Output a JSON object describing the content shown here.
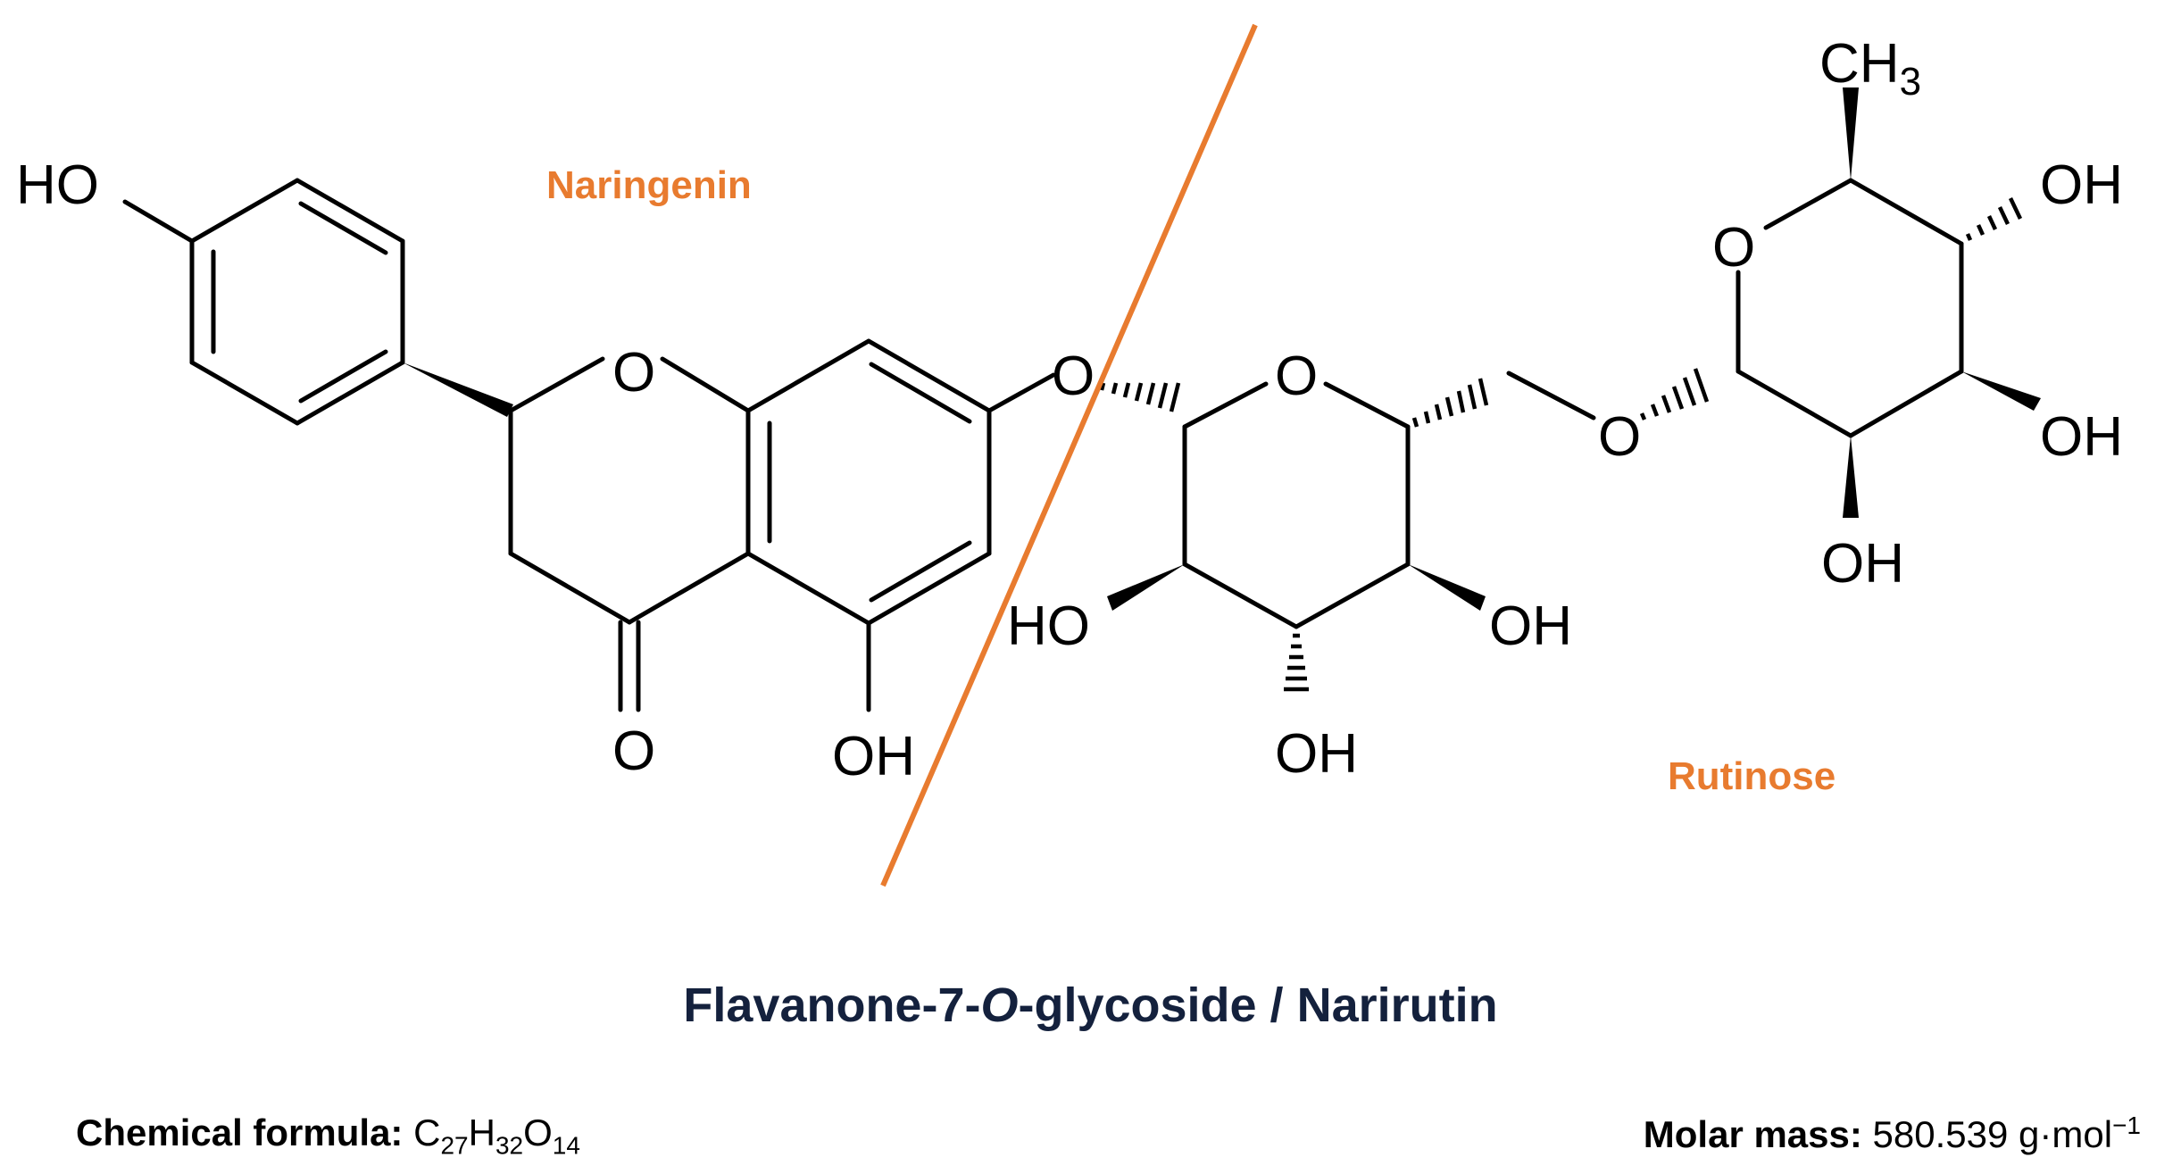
{
  "colors": {
    "accent": "#E87B2F",
    "title": "#14213D",
    "bonds": "#000000"
  },
  "regions": {
    "aglycone_label": "Naringenin",
    "sugar_label": "Rutinose"
  },
  "atoms": {
    "ho_top_left": "HO",
    "o_chromane_ring": "O",
    "o_glycosidic_link": "O",
    "o_carbonyl": "O",
    "oh_c5": "OH",
    "o_glucose_ring": "O",
    "ho_glucose_left": "HO",
    "oh_glucose_bottom": "OH",
    "oh_glucose_right": "OH",
    "o_interglycosidic": "O",
    "o_rhamnose_ring": "O",
    "ch3_main": "CH",
    "ch3_subscript": "3",
    "oh_rhamnose_upper": "OH",
    "oh_rhamnose_lower": "OH",
    "oh_rhamnose_bottom": "OH"
  },
  "title": {
    "before_italic": "Flavanone-7-",
    "italic": "O",
    "after_italic": "-glycoside / Narirutin"
  },
  "formula": {
    "label": "Chemical formula:",
    "C": "C",
    "C_count": "27",
    "H": "H",
    "H_count": "32",
    "O": "O",
    "O_count": "14"
  },
  "molar_mass": {
    "label": "Molar mass:",
    "value": "580.539 g·mol",
    "exponent": "−1"
  }
}
